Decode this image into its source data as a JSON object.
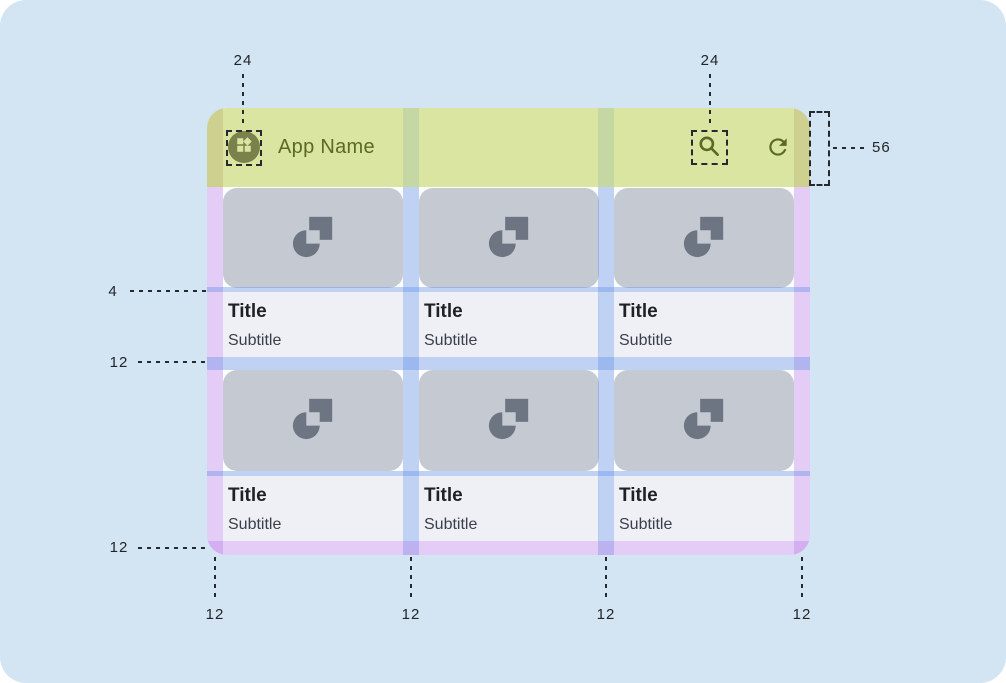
{
  "appbar": {
    "title": "App Name",
    "logo_icon": "widgets-icon",
    "actions": [
      {
        "icon": "search-icon"
      },
      {
        "icon": "refresh-icon"
      }
    ]
  },
  "grid": {
    "cards": [
      {
        "title": "Title",
        "subtitle": "Subtitle",
        "image_icon": "image-placeholder-icon"
      },
      {
        "title": "Title",
        "subtitle": "Subtitle",
        "image_icon": "image-placeholder-icon"
      },
      {
        "title": "Title",
        "subtitle": "Subtitle",
        "image_icon": "image-placeholder-icon"
      },
      {
        "title": "Title",
        "subtitle": "Subtitle",
        "image_icon": "image-placeholder-icon"
      },
      {
        "title": "Title",
        "subtitle": "Subtitle",
        "image_icon": "image-placeholder-icon"
      },
      {
        "title": "Title",
        "subtitle": "Subtitle",
        "image_icon": "image-placeholder-icon"
      }
    ]
  },
  "annotations": {
    "logo_icon_size": "24",
    "action_icon_size": "24",
    "appbar_height": "56",
    "text_gap": "4",
    "row_gutter": "12",
    "bottom_margin": "12",
    "bottom_measurements": [
      "12",
      "12",
      "12",
      "12"
    ]
  },
  "colors": {
    "canvas_blue": "#d3e4f2",
    "appbar_green": "#dbe5a2",
    "appbar_margin_olive": "#cdd08f",
    "appbar_gutter_green": "#c5d7a2",
    "olive_text": "#5a6a22",
    "logo_circle": "#7a814b",
    "sheet": "#fdfdfe",
    "card_image_bg": "#c4c9d2",
    "card_icon_gray": "#6d7582",
    "card_text_bg": "#eef0f6",
    "title_text": "#1e2226",
    "subtitle_text": "#3a4046",
    "gutter_overlay_blue": "rgba(106,149,231,0.42)",
    "margin_overlay_purple": "rgba(187,130,235,0.40)",
    "annotation_ink": "#212529"
  }
}
